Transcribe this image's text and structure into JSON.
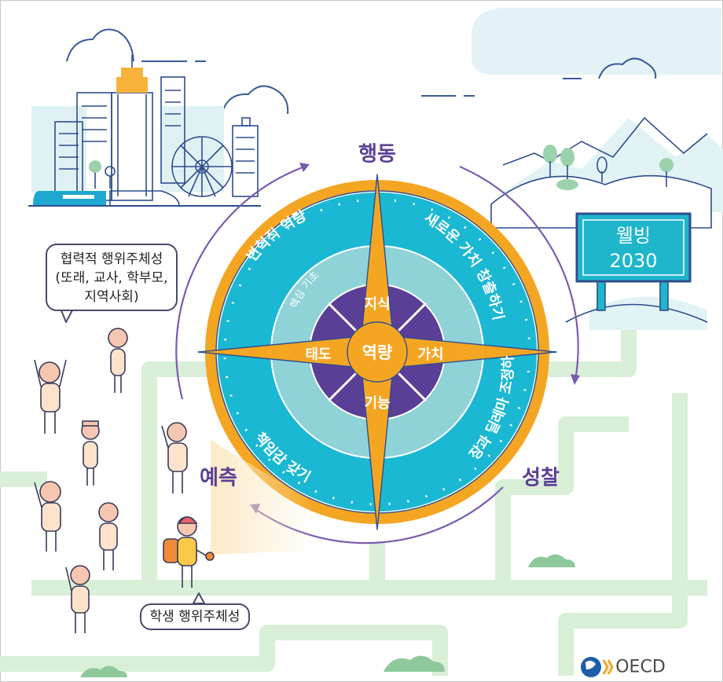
{
  "compass": {
    "phases": {
      "top": "행동",
      "right": "성찰",
      "left": "예측"
    },
    "outer_ring": {
      "top_left": "변혁적 역량",
      "top_right": "새로운 가치 창출하기",
      "bottom_right": "긴장과 딜레마 조정하기",
      "bottom_left": "책임감 갖기"
    },
    "inner_ring": {
      "label": "핵심 기초"
    },
    "center": {
      "hub": "역량",
      "north": "지식",
      "south": "기능",
      "west": "태도",
      "east": "가치"
    }
  },
  "sign": {
    "line1": "웰빙",
    "line2": "2030"
  },
  "bubbles": {
    "collaborative": [
      "협력적 행위주체성",
      "(또래, 교사, 학부모,",
      "지역사회)"
    ],
    "student": "학생 행위주체성"
  },
  "logo": {
    "text": "OECD"
  },
  "colors": {
    "outer_ring": "#1bb8d4",
    "inner_ring": "#8fd3d8",
    "core": "#5a3f96",
    "star": "#f4a623",
    "rim": "#f4a623",
    "phase_text": "#5b4096",
    "path": "#d7efd6",
    "sign": "#1fb6cc"
  }
}
